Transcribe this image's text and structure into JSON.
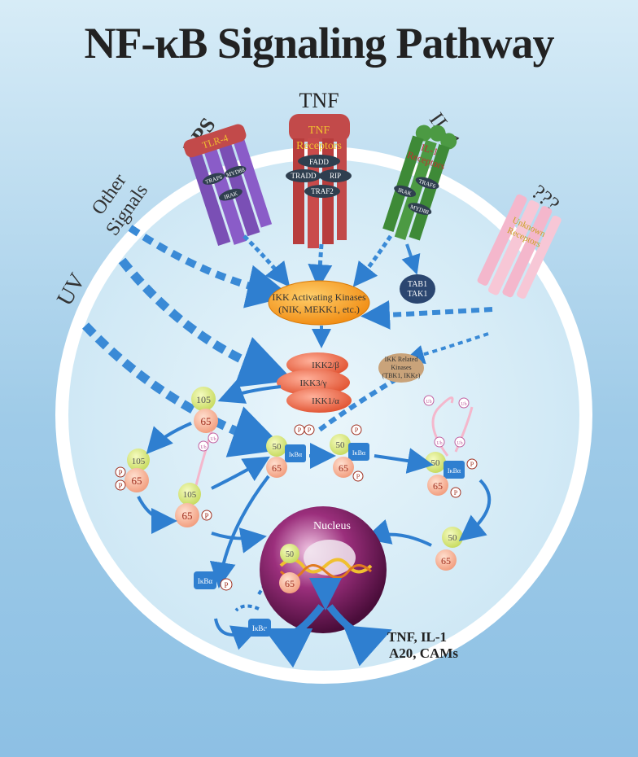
{
  "title": "NF-κB Signaling Pathway",
  "signals": {
    "tnf": "TNF",
    "lps": "LPS",
    "il1": "IL-1",
    "other": "Other",
    "signals_word": "Signals",
    "uv": "UV",
    "unknown": "???"
  },
  "receptors": {
    "tnf_label": "TNF",
    "tnf_label2": "Receptors",
    "il1_label": "IL-1",
    "il1_label2": "Receptors",
    "unknown_label": "Unknown",
    "unknown_label2": "Receptors",
    "lps_label": "TLR-4"
  },
  "adaptors": {
    "fadd": "FADD",
    "tradd": "TRADD",
    "rip": "RIP",
    "traf2": "TRAF2",
    "traf6_il1": "TRAF6",
    "irak_il1": "IRAK",
    "myd88_il1": "MYD88",
    "traf6_lps": "TRAF6",
    "irak_lps": "IRAK",
    "myd88_lps": "MYD88"
  },
  "kinases": {
    "activating_line1": "IKK Activating Kinases",
    "activating_line2": "(NIK, MEKK1, etc.)",
    "tab1": "TAB1",
    "tak1": "TAK1",
    "ikk2": "IKK2/β",
    "ikk3": "IKK3/γ",
    "ikk1": "IKK1/α",
    "related_line1": "IKK Related",
    "related_line2": "Kinases",
    "related_line3": "(TBK1, IKKε)"
  },
  "proteins": {
    "p105": "105",
    "p65": "65",
    "p50": "50",
    "p": "P",
    "ub": "Ub",
    "ikba": "IκBα"
  },
  "nucleus": "Nucleus",
  "outputs": {
    "line1": "TNF, IL-1",
    "line2": "A20, CAMs"
  }
}
